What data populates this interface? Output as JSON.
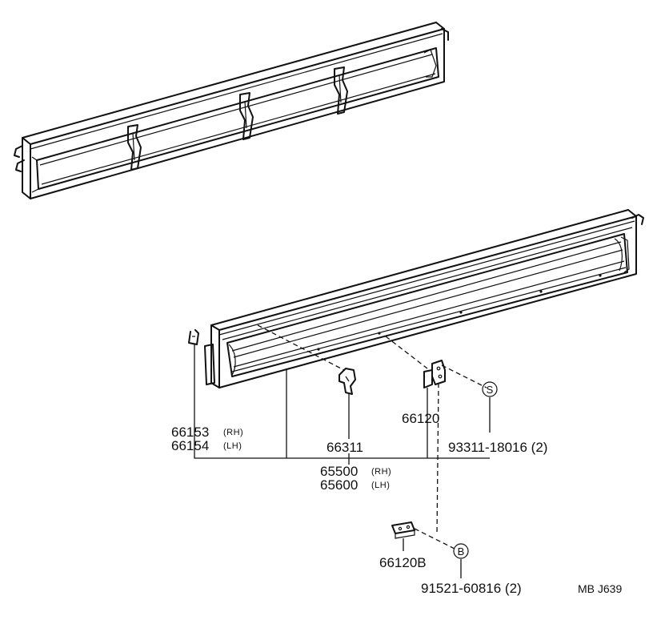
{
  "parts": {
    "hinge_rh": "66153",
    "hinge_lh": "66154",
    "rh": "(RH)",
    "lh": "(LH)",
    "hook": "66311",
    "bracket": "66120",
    "bracket_b": "66120B",
    "panel_rh": "65500",
    "panel_lh": "65600",
    "screw": "93311-18016 (2)",
    "bolt": "91521-60816 (2)"
  },
  "symbols": {
    "s_marker": "S",
    "b_marker": "B"
  },
  "footer": {
    "reference": "MB  J639"
  }
}
